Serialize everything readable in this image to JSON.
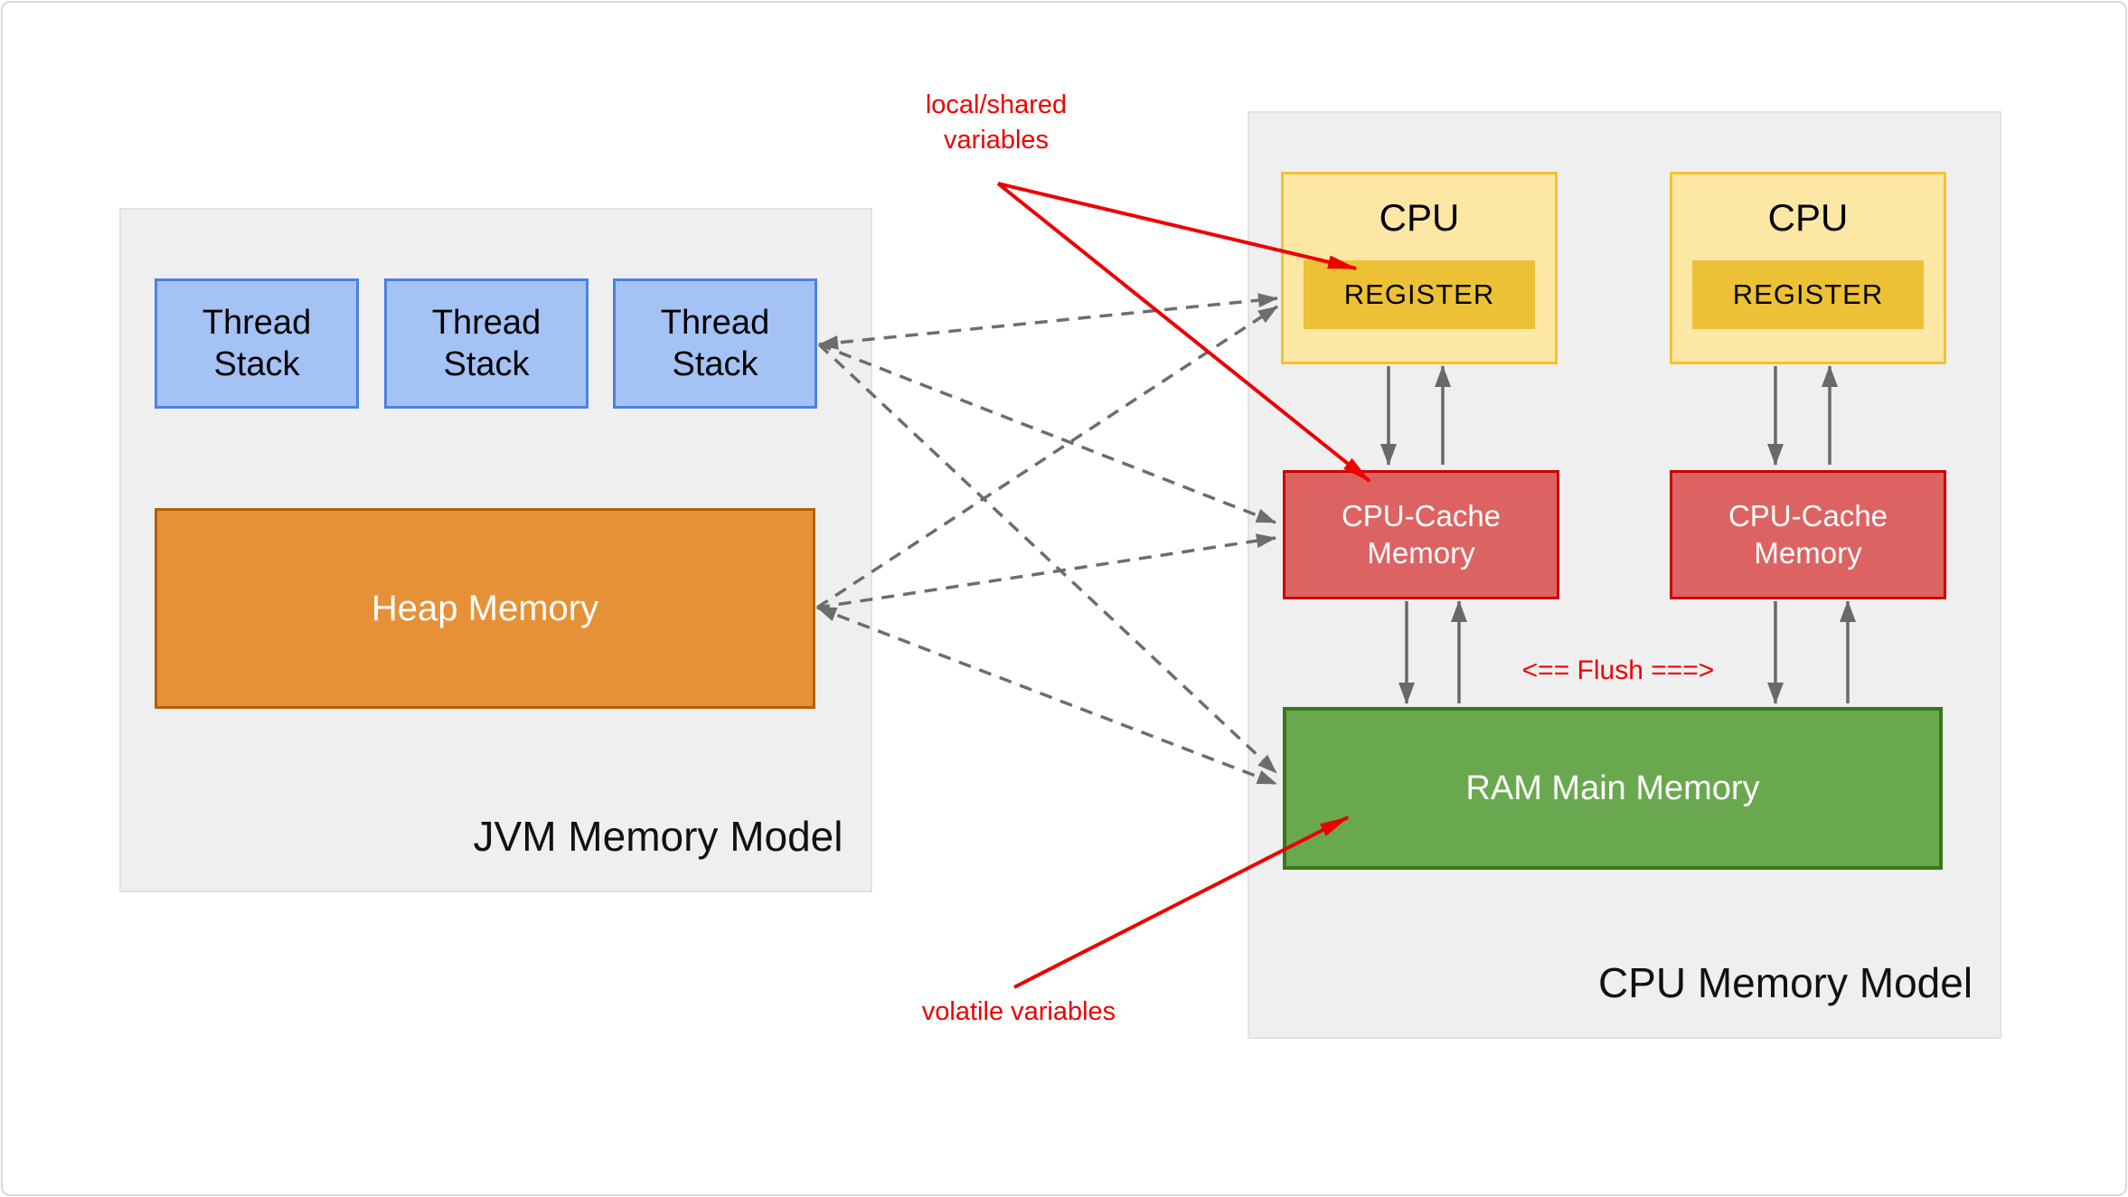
{
  "jvm_panel": {
    "title": "JVM Memory Model",
    "thread_stacks": [
      {
        "label": "Thread Stack"
      },
      {
        "label": "Thread Stack"
      },
      {
        "label": "Thread Stack"
      }
    ],
    "heap": {
      "label": "Heap Memory"
    }
  },
  "cpu_panel": {
    "title": "CPU Memory Model",
    "cpus": [
      {
        "label": "CPU",
        "register_label": "REGISTER"
      },
      {
        "label": "CPU",
        "register_label": "REGISTER"
      }
    ],
    "caches": [
      {
        "label": "CPU-Cache Memory"
      },
      {
        "label": "CPU-Cache Memory"
      }
    ],
    "ram": {
      "label": "RAM Main Memory"
    },
    "flush_label": "<== Flush ===>"
  },
  "annotations": {
    "local_shared_label": "local/shared variables",
    "volatile_label": "volatile variables"
  },
  "colors": {
    "panel_bg": "#efefef",
    "panel_border": "#e2e2e2",
    "thread_stack_fill": "#a4c2f4",
    "thread_stack_border": "#4a82e2",
    "heap_fill": "#e69138",
    "heap_border": "#b45f06",
    "cpu_fill": "#fce8a4",
    "cpu_border": "#f1c232",
    "register_fill": "#ecc136",
    "cache_fill": "#dd6363",
    "cache_border": "#cc0000",
    "ram_fill": "#6aa84f",
    "ram_border": "#38761d",
    "gray_arrow": "#696969",
    "red_accent": "#ee0000"
  }
}
